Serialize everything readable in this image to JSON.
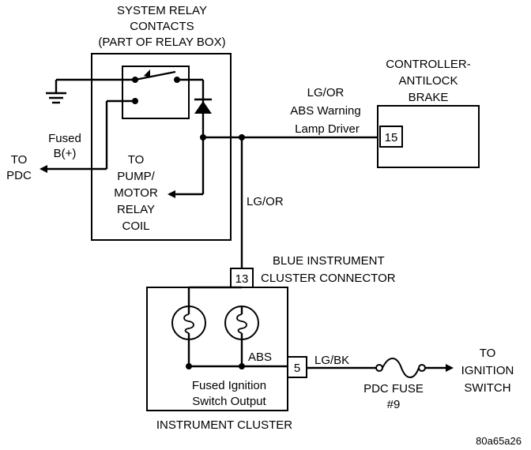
{
  "relay": {
    "title_line1": "SYSTEM RELAY",
    "title_line2": "CONTACTS",
    "title_line3": "(PART OF RELAY BOX)",
    "fused_line1": "Fused",
    "fused_line2": "B(+)",
    "to_pdc_line1": "TO",
    "to_pdc_line2": "PDC",
    "coil_line1": "TO",
    "coil_line2": "PUMP/",
    "coil_line3": "MOTOR",
    "coil_line4": "RELAY",
    "coil_line5": "COIL"
  },
  "controller": {
    "title_line1": "CONTROLLER-",
    "title_line2": "ANTILOCK",
    "title_line3": "BRAKE",
    "pin": "15"
  },
  "wire_abs": {
    "color_line1": "LG/OR",
    "desc_line1": "ABS Warning",
    "desc_line2": "Lamp Driver"
  },
  "wire_vertical_color": "LG/OR",
  "connector": {
    "pin": "13",
    "label_line1": "BLUE INSTRUMENT",
    "label_line2": "CLUSTER CONNECTOR"
  },
  "cluster": {
    "title": "INSTRUMENT CLUSTER",
    "abs_label": "ABS",
    "pin": "5",
    "output_line1": "Fused Ignition",
    "output_line2": "Switch Output"
  },
  "wire_ignition": {
    "color": "LG/BK",
    "fuse_line1": "PDC FUSE",
    "fuse_line2": "#9",
    "to_line1": "TO",
    "to_line2": "IGNITION",
    "to_line3": "SWITCH"
  },
  "figure_id": "80a65a26"
}
